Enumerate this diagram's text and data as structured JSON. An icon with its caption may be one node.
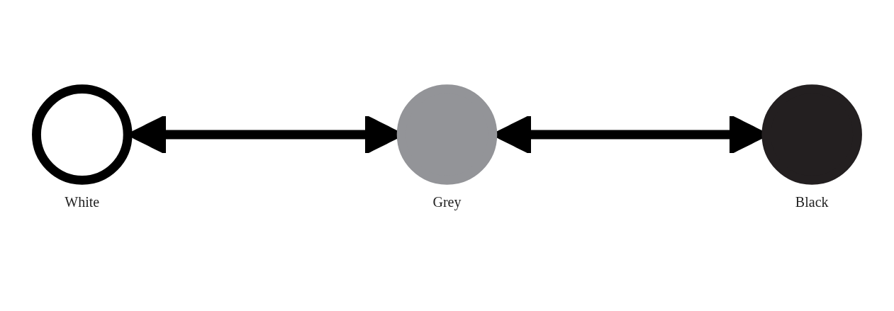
{
  "diagram": {
    "nodes": [
      {
        "text": [],
        "shape": "circle",
        "beside": [
          "White"
        ]
      },
      {
        "text": [],
        "shape": "circle",
        "beside": [
          "Grey"
        ]
      },
      {
        "text": [],
        "shape": "circle",
        "beside": [
          "Black"
        ]
      }
    ],
    "edges": [
      {
        "from": 0,
        "to": 1,
        "arrow": "both"
      },
      {
        "from": 1,
        "to": 2,
        "arrow": "both"
      }
    ]
  }
}
